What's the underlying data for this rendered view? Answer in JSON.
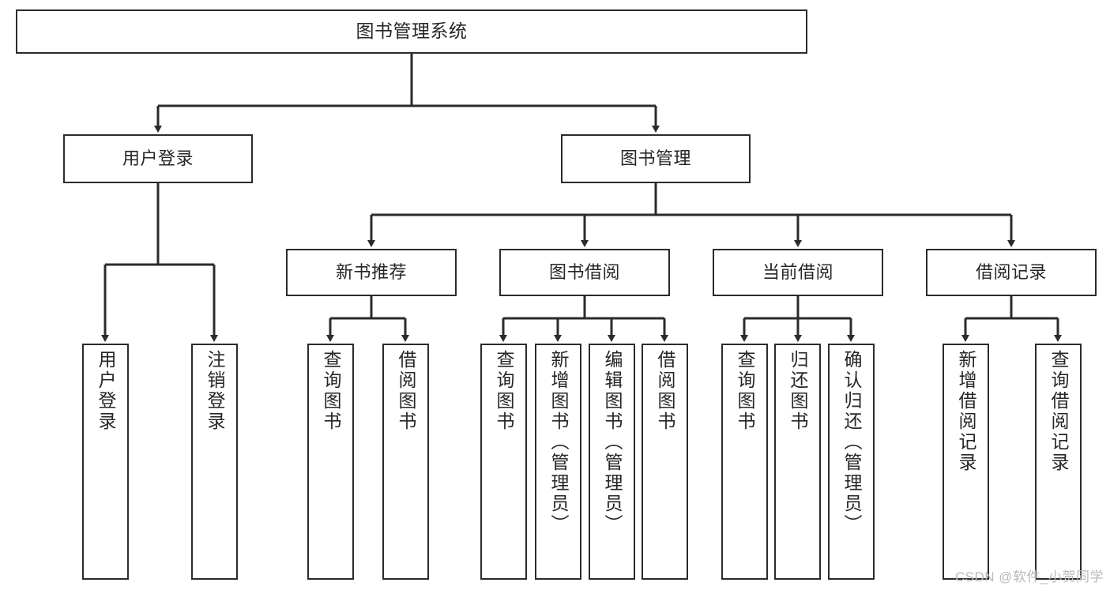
{
  "diagram": {
    "title": "图书管理系统",
    "type": "tree",
    "stroke_color": "#2b2b2b",
    "fill_color": "#ffffff",
    "text_color": "#262626"
  },
  "watermark": {
    "text": "CSDN @软件_小贺同学",
    "color": "#b9b9b9"
  },
  "nodes": {
    "root": {
      "label": "图书管理系统"
    },
    "level2": [
      {
        "label": "用户登录"
      },
      {
        "label": "图书管理"
      }
    ],
    "level3": [
      {
        "label": "新书推荐"
      },
      {
        "label": "图书借阅"
      },
      {
        "label": "当前借阅"
      },
      {
        "label": "借阅记录"
      }
    ],
    "leaves": [
      {
        "label": "用户登录",
        "parent": "用户登录"
      },
      {
        "label": "注销登录",
        "parent": "用户登录"
      },
      {
        "label": "查询图书",
        "parent": "新书推荐"
      },
      {
        "label": "借阅图书",
        "parent": "新书推荐"
      },
      {
        "label": "查询图书",
        "parent": "图书借阅"
      },
      {
        "label": "新增图书（管理员）",
        "parent": "图书借阅"
      },
      {
        "label": "编辑图书（管理员）",
        "parent": "图书借阅"
      },
      {
        "label": "借阅图书",
        "parent": "图书借阅"
      },
      {
        "label": "查询图书",
        "parent": "当前借阅"
      },
      {
        "label": "归还图书",
        "parent": "当前借阅"
      },
      {
        "label": "确认归还（管理员）",
        "parent": "当前借阅"
      },
      {
        "label": "新增借阅记录",
        "parent": "借阅记录"
      },
      {
        "label": "查询借阅记录",
        "parent": "借阅记录"
      }
    ]
  }
}
